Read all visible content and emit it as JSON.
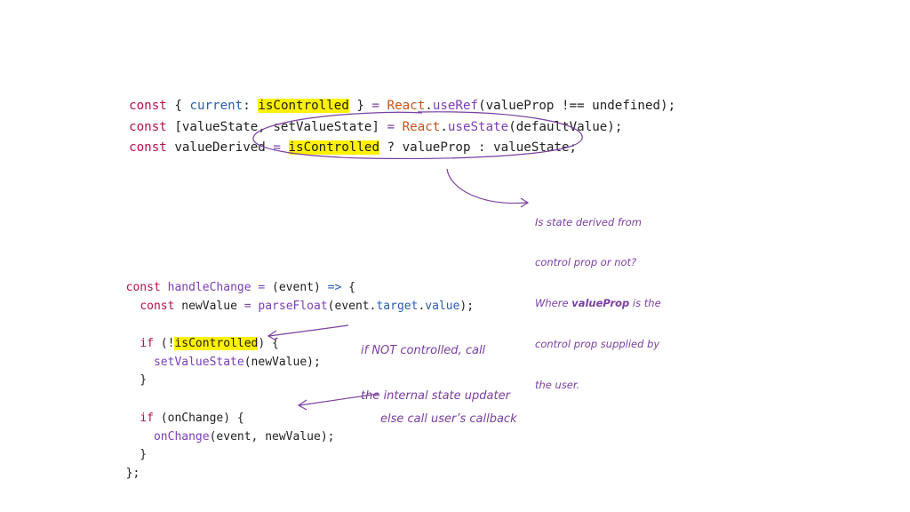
{
  "code_top": {
    "l1": [
      "const",
      " { ",
      "current",
      ": ",
      "isControlled",
      " } ",
      "=",
      " ",
      "React",
      ".",
      "useRef",
      "(valueProp !== undefined);"
    ],
    "l2": [
      "const",
      " [valueState, setValueState] ",
      "=",
      " ",
      "React",
      ".",
      "useState",
      "(defaultValue);"
    ],
    "l3": [
      "const",
      " valueDerived ",
      "=",
      " ",
      "isControlled",
      " ? valueProp : valueState;"
    ]
  },
  "code_bottom": {
    "l1": [
      "const",
      " ",
      "handleChange",
      " ",
      "=",
      " (event) ",
      "=>",
      " {"
    ],
    "l2": [
      "  ",
      "const",
      " newValue ",
      "=",
      " ",
      "parseFloat",
      "(event.",
      "target",
      ".",
      "value",
      ");"
    ],
    "l3": [
      "  ",
      "if",
      " (!",
      "isControlled",
      ") {"
    ],
    "l4": [
      "    ",
      "setValueState",
      "(newValue);"
    ],
    "l5": [
      "  }"
    ],
    "l6": [
      "  ",
      "if",
      " (onChange) {"
    ],
    "l7": [
      "    ",
      "onChange",
      "(event, newValue);"
    ],
    "l8": [
      "  }"
    ],
    "l9": [
      "};"
    ]
  },
  "annotations": {
    "derived_1": "Is state derived from",
    "derived_2": "control prop or not?",
    "derived_3a": "Where ",
    "derived_3b": "valueProp",
    "derived_3c": " is the",
    "derived_4": "control prop supplied by",
    "derived_5": "the user.",
    "controlled_1": "if NOT controlled, call",
    "controlled_2": "the internal state updater",
    "callback": "else call user’s callback"
  },
  "colors": {
    "annotation": "#7a3fa0",
    "highlight": "#fff200",
    "keyword": "#b3124f",
    "property": "#2a5cae",
    "function": "#7a3fb5"
  }
}
